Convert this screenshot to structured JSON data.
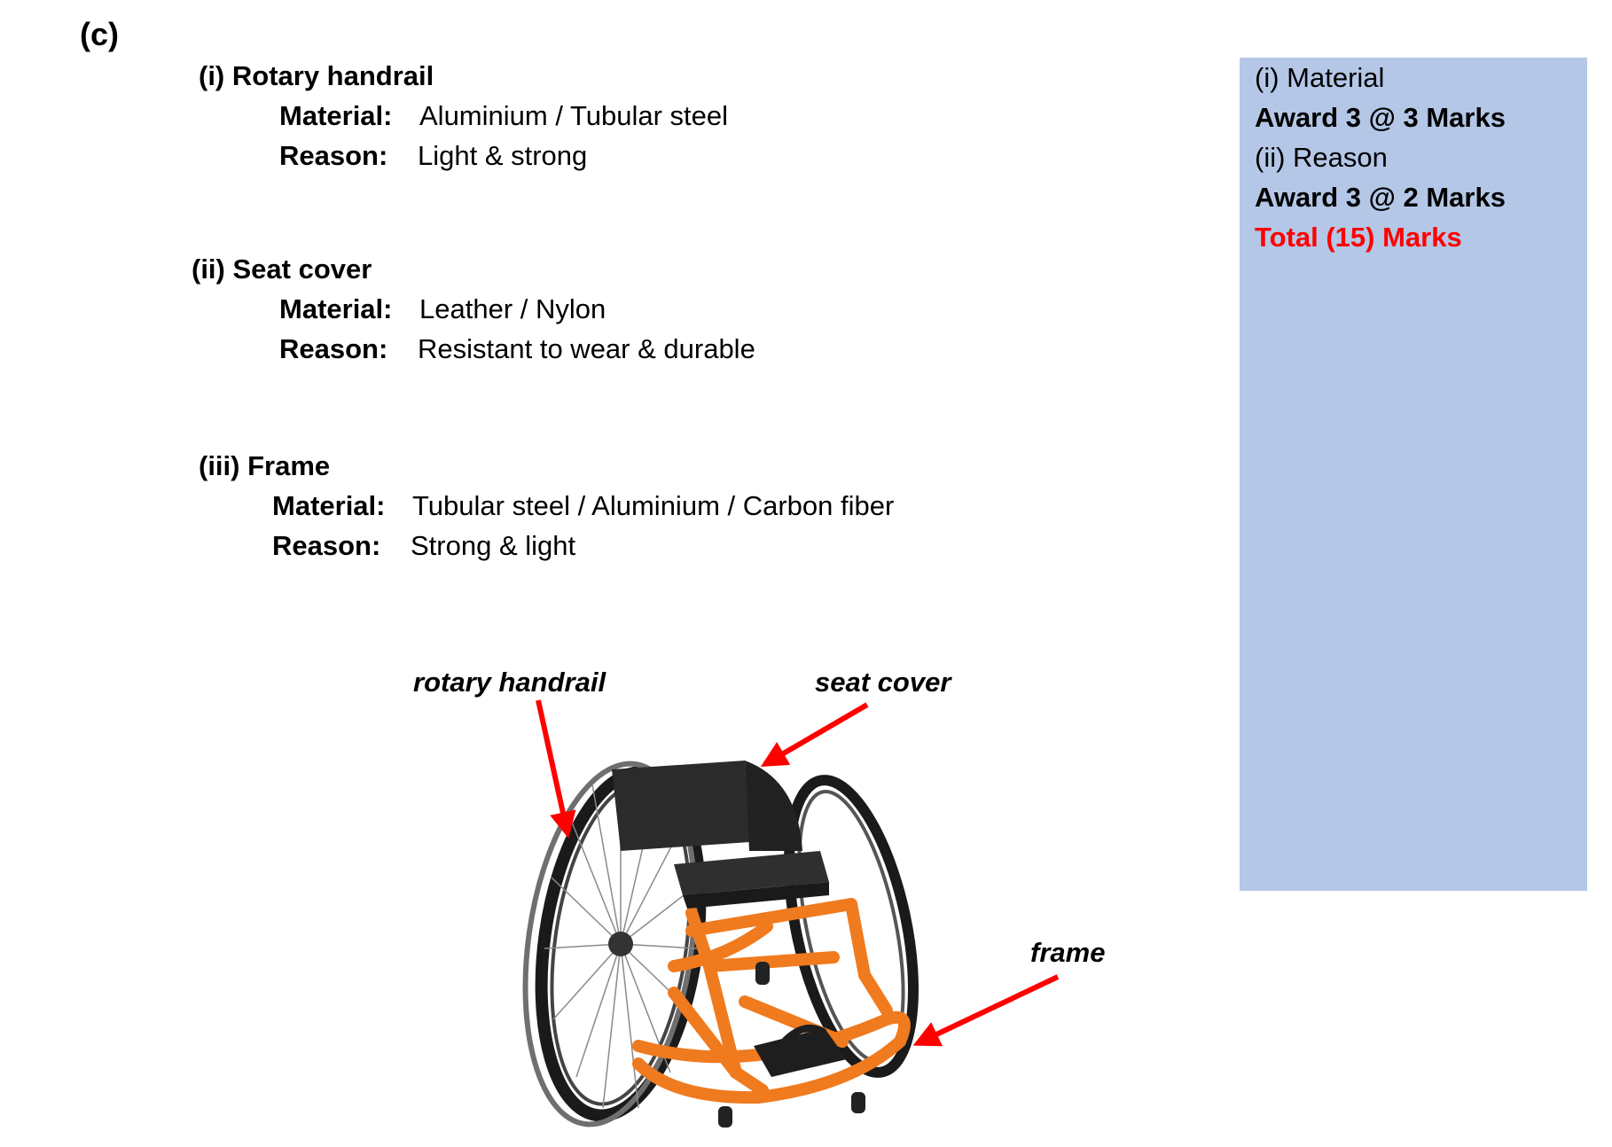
{
  "part_label": "(c)",
  "sections": [
    {
      "heading": "(i) Rotary handrail",
      "material_key": "Material:",
      "material_value": "Aluminium / Tubular steel",
      "reason_key": "Reason:",
      "reason_value": "Light & strong"
    },
    {
      "heading": "(ii) Seat cover",
      "material_key": "Material:",
      "material_value": "Leather / Nylon",
      "reason_key": "Reason:",
      "reason_value": "Resistant to wear & durable"
    },
    {
      "heading": "(iii) Frame",
      "material_key": "Material:",
      "material_value": "Tubular steel / Aluminium / Carbon fiber",
      "reason_key": "Reason:",
      "reason_value": "Strong & light"
    }
  ],
  "marking_scheme": {
    "line1": "(i) Material",
    "line2": "Award 3 @ 3 Marks",
    "line3": "(ii) Reason",
    "line4": "Award 3 @ 2 Marks",
    "total": "Total (15) Marks"
  },
  "figure": {
    "labels": {
      "handrail": "rotary handrail",
      "seat": "seat cover",
      "frame": "frame"
    }
  },
  "colors": {
    "panel_background": "#b4c7e7",
    "total_text": "#ff0000",
    "arrow": "#ff0000",
    "frame_orange": "#f07a1e",
    "wheel_dark": "#1a1a1a",
    "seat_dark": "#2b2b2b"
  }
}
